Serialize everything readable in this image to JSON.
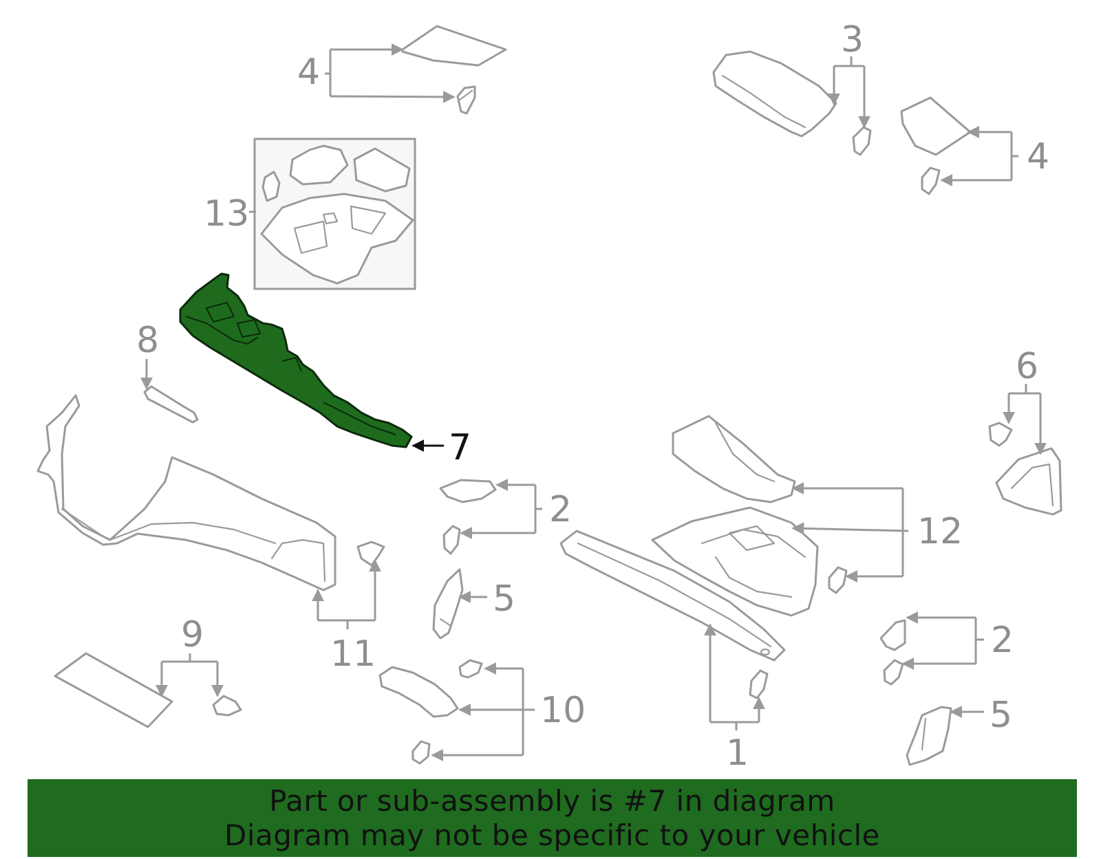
{
  "callouts": {
    "c1": "1",
    "c2a": "2",
    "c2b": "2",
    "c3": "3",
    "c4a": "4",
    "c4b": "4",
    "c5a": "5",
    "c5b": "5",
    "c6": "6",
    "c7": "7",
    "c8": "8",
    "c9": "9",
    "c10": "10",
    "c11": "11",
    "c12": "12",
    "c13": "13"
  },
  "highlight": {
    "part": "7",
    "color": "#1e6b1e"
  },
  "banner": {
    "line1": "Part or sub-assembly is #7 in diagram",
    "line2": "Diagram may not be specific to your vehicle",
    "background": "#1f6b1f"
  }
}
